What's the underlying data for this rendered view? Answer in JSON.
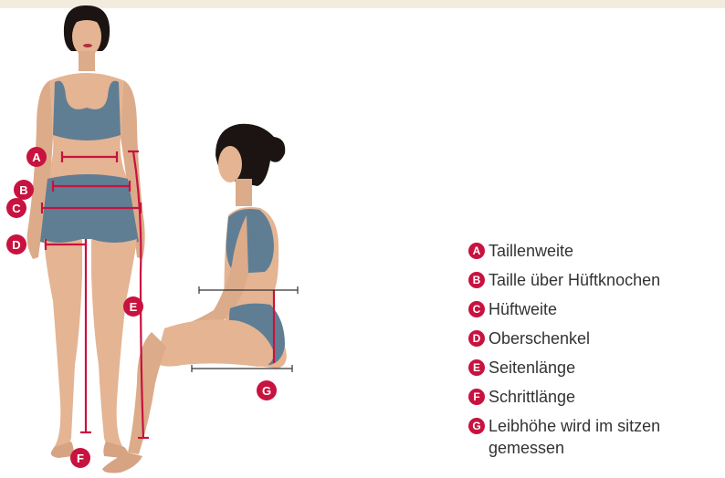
{
  "accent_color": "#c8123f",
  "body_colors": {
    "skin": "#e4b493",
    "skin_shade": "#c98e6c",
    "garment": "#5f7e94",
    "hair": "#1b1412"
  },
  "measurements": [
    {
      "letter": "A",
      "label": "Taillenweite"
    },
    {
      "letter": "B",
      "label": "Taille über Hüftknochen"
    },
    {
      "letter": "C",
      "label": "Hüftweite"
    },
    {
      "letter": "D",
      "label": "Oberschenkel"
    },
    {
      "letter": "E",
      "label": "Seitenlänge"
    },
    {
      "letter": "F",
      "label": "Schrittlänge"
    },
    {
      "letter": "G",
      "label": "Leibhöhe wird im sitzen gemessen"
    }
  ]
}
